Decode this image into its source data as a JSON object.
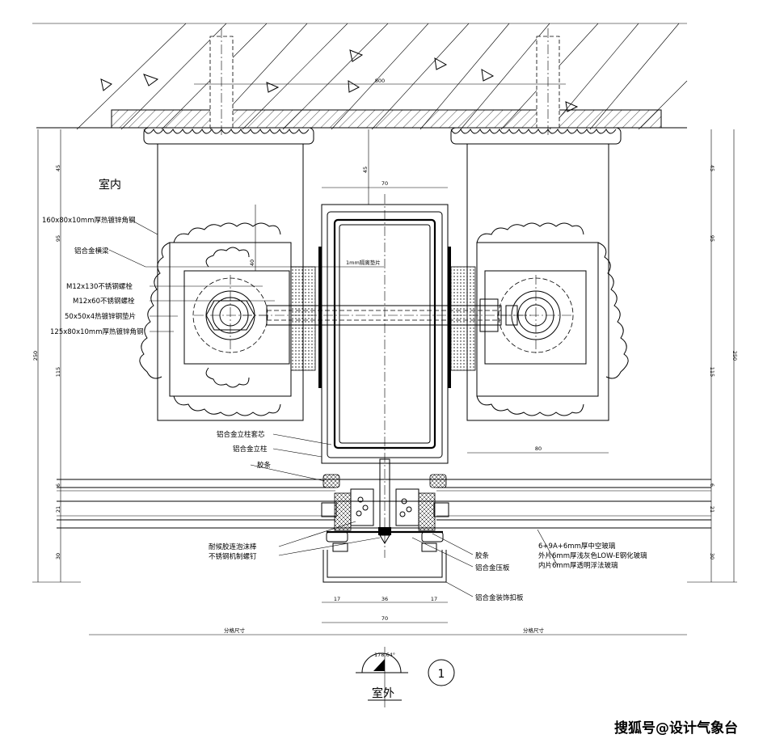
{
  "labels": {
    "room_inside": "室内",
    "room_outside": "室外",
    "detail_number": "1",
    "angle": "178.64°",
    "steel_angle_160": "160x80x10mm厚热镀锌角钢",
    "alum_beam": "铝合金横梁",
    "bolt_m12x130": "M12x130不锈钢螺栓",
    "bolt_m12x60": "M12x60不锈钢螺栓",
    "washer": "50x50x4热镀锌钢垫片",
    "steel_angle_125": "125x80x10mm厚热镀锌角钢",
    "insulation_pad": "1mm隔离垫片",
    "mullion_core": "铝合金立柱套芯",
    "mullion": "铝合金立柱",
    "gasket_left": "胶条",
    "sealant": "耐候胶连泡沫棒",
    "screw": "不锈钢机制螺钉",
    "gasket_right": "胶条",
    "pressure_plate": "铝合金压板",
    "cover_cap": "铝合金装饰扣板",
    "glass_line1": "6+9A+6mm厚中空玻璃",
    "glass_line2": "外片6mm厚浅灰色LOW-E钢化玻璃",
    "glass_line3": "内片6mm厚透明浮法玻璃",
    "grid_size_left": "分格尺寸",
    "grid_size_right": "分格尺寸",
    "watermark": "搜狐号@设计气象台"
  },
  "dimensions": {
    "top_span": "800",
    "slab_gap": "45",
    "mullion_width": "70",
    "bracket_width": "80",
    "left_d1": "45",
    "left_d2": "95",
    "left_d3": "115",
    "left_total": "250",
    "right_d1": "45",
    "right_d2": "95",
    "right_d3": "115",
    "right_total": "250",
    "beam_offset": "40",
    "glass_d1": "6",
    "glass_d2": "21",
    "glass_d3": "30",
    "cap_d1": "17",
    "cap_d2": "36",
    "cap_d3": "17",
    "cap_total": "70"
  }
}
